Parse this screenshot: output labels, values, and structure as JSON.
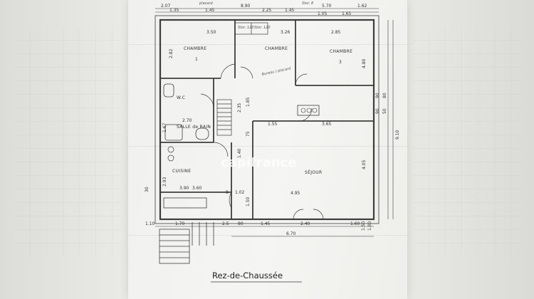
{
  "plan": {
    "title": "Rez-de-Chaussée",
    "watermark": "capifrance",
    "rooms": {
      "chambre1": "CHAMBRE",
      "chambre2": "CHAMBRE",
      "chambre3": "CHAMBRE",
      "wc": "W.C",
      "salle_de_bains": "SALLE de BAIN",
      "cuisine": "CUISINE",
      "sejour": "SÉJOUR"
    },
    "room_numbers": {
      "chambre1": "1",
      "chambre3": "3"
    },
    "top_dims": [
      "2.07",
      "1.35",
      "1.45",
      "8.90",
      "2.25",
      "1.45",
      "5.70",
      "1.62",
      "1.05",
      "1.65"
    ],
    "inner_dims": {
      "ch1_width": "3.50",
      "ch2_width": "3.26",
      "ch3_width": "2.85",
      "ch1_height": "2.82",
      "sdb_width": "2.70",
      "sdb_height": "1.67",
      "cuisine_width": "3.90",
      "cuisine_width_alt": "3.60",
      "cuisine_height": "2.93",
      "sejour_top": "3.65",
      "sejour_mid": "1.55",
      "sejour_width": "4.95",
      "sejour_height": "4.05",
      "ch3_height": "4.80",
      "right_a": "80",
      "right_b": "50",
      "right_c": "90",
      "right_d": "90",
      "overall_height": "9.10",
      "hall_a": "2.35",
      "hall_b": "1.85",
      "hall_c": "75",
      "hall_d": "1.50",
      "hall_e": "1.40",
      "hall_f": "1.02",
      "hall_g": "8",
      "hall_h": "30"
    },
    "bottom_dims": [
      "1.10",
      "1.70",
      "2.5",
      "80",
      "1.45",
      "2.40",
      "1.60",
      "6.70",
      "1.50",
      "1.00"
    ],
    "handwritten": [
      "Bureau / placard",
      "placard",
      "Stor. 120",
      "Stor. 120",
      "Stor. 8"
    ]
  }
}
